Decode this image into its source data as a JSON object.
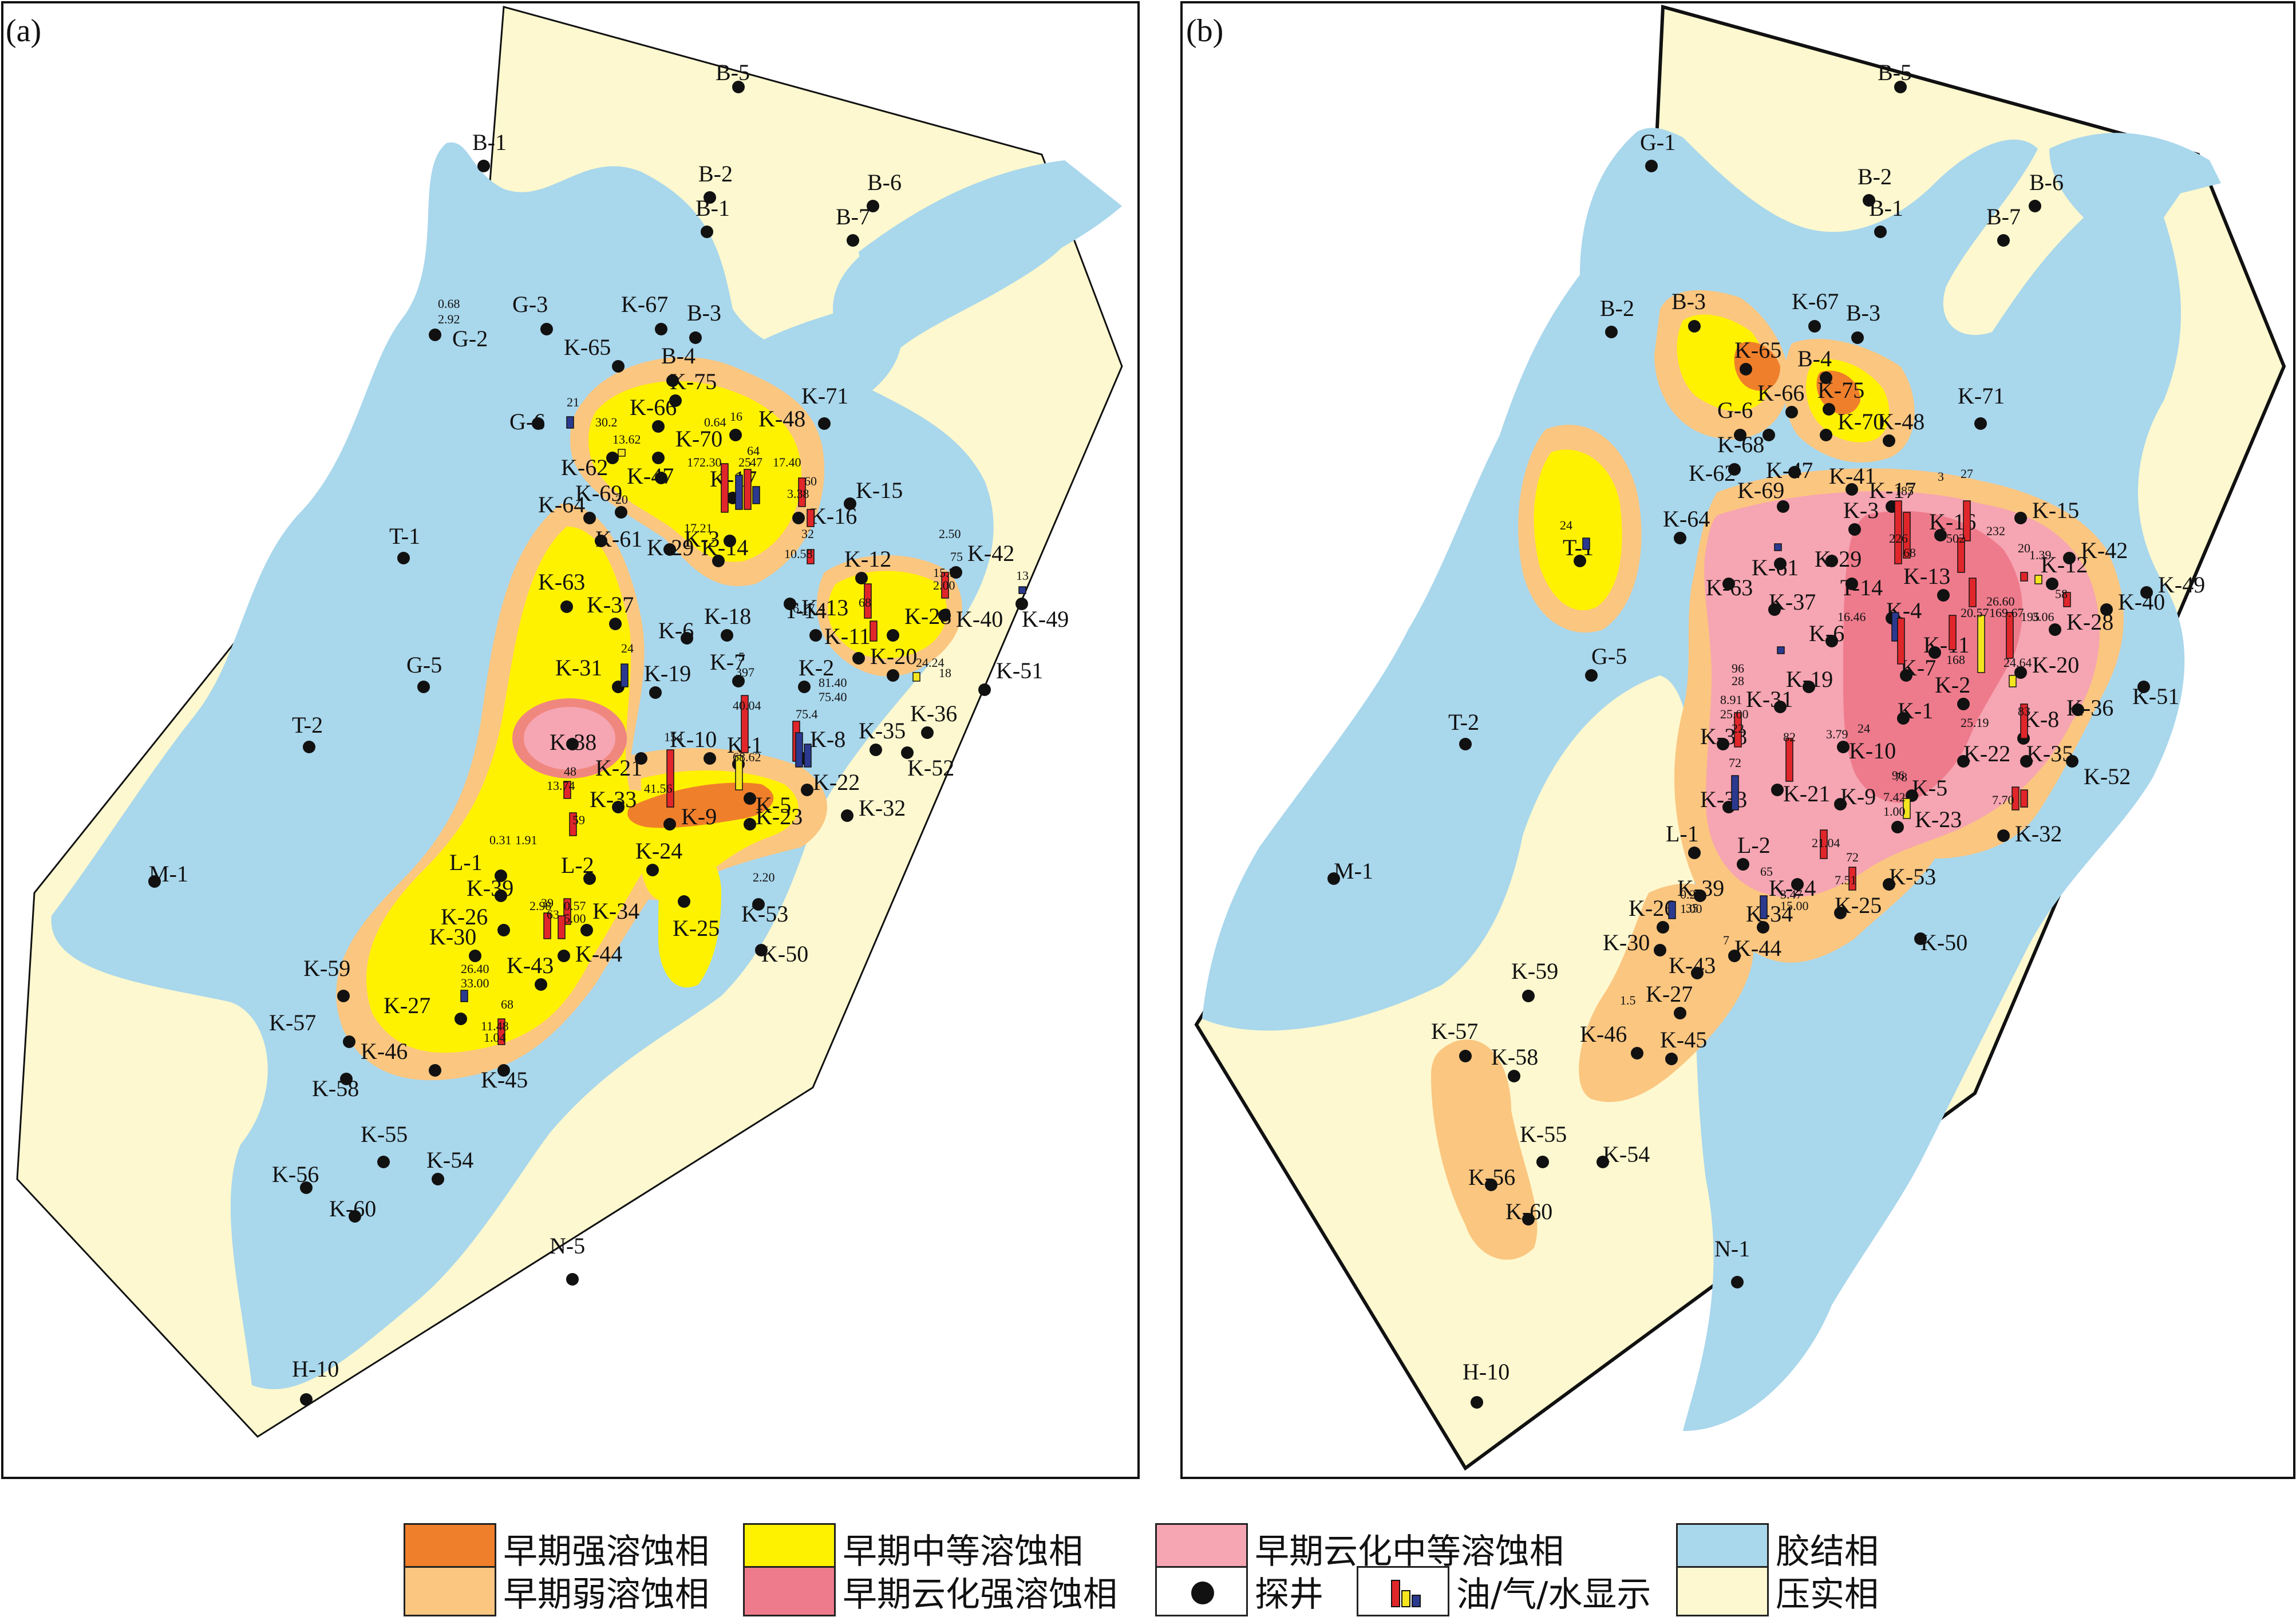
{
  "panels": [
    {
      "id": "a",
      "label": "(a)",
      "wells": [
        {
          "n": "B-5"
        },
        {
          "n": "B-1"
        },
        {
          "n": "B-2"
        },
        {
          "n": "B-6"
        },
        {
          "n": "B-1"
        },
        {
          "n": "B-7"
        },
        {
          "n": "K-67"
        },
        {
          "n": "B-3"
        },
        {
          "n": "G-3"
        },
        {
          "n": "G-2"
        },
        {
          "n": "K-65"
        },
        {
          "n": "B-4"
        },
        {
          "n": "K-75"
        },
        {
          "n": "K-71"
        },
        {
          "n": "G-6"
        },
        {
          "n": "K-66"
        },
        {
          "n": "K-70"
        },
        {
          "n": "K-48"
        },
        {
          "n": "K-62"
        },
        {
          "n": "K-47"
        },
        {
          "n": "K-17"
        },
        {
          "n": "K-69"
        },
        {
          "n": "K-15"
        },
        {
          "n": "K-64"
        },
        {
          "n": "K-61"
        },
        {
          "n": "K-3"
        },
        {
          "n": "K-16"
        },
        {
          "n": "T-1"
        },
        {
          "n": "K-29"
        },
        {
          "n": "K-14"
        },
        {
          "n": "K-12"
        },
        {
          "n": "K-42"
        },
        {
          "n": "K-63"
        },
        {
          "n": "K-13"
        },
        {
          "n": "K-37"
        },
        {
          "n": "K-6"
        },
        {
          "n": "K-18"
        },
        {
          "n": "T-14"
        },
        {
          "n": "K-28"
        },
        {
          "n": "K-40"
        },
        {
          "n": "K-49"
        },
        {
          "n": "K-11"
        },
        {
          "n": "G-5"
        },
        {
          "n": "K-31"
        },
        {
          "n": "K-19"
        },
        {
          "n": "K-7"
        },
        {
          "n": "K-2"
        },
        {
          "n": "K-20"
        },
        {
          "n": "K-51"
        },
        {
          "n": "K-36"
        },
        {
          "n": "T-2"
        },
        {
          "n": "K-38"
        },
        {
          "n": "K-10"
        },
        {
          "n": "K-1"
        },
        {
          "n": "K-8"
        },
        {
          "n": "K-35"
        },
        {
          "n": "K-52"
        },
        {
          "n": "K-21"
        },
        {
          "n": "K-22"
        },
        {
          "n": "K-33"
        },
        {
          "n": "K-5"
        },
        {
          "n": "K-32"
        },
        {
          "n": "K-9"
        },
        {
          "n": "K-23"
        },
        {
          "n": "L-1"
        },
        {
          "n": "L-2"
        },
        {
          "n": "K-24"
        },
        {
          "n": "M-1"
        },
        {
          "n": "K-39"
        },
        {
          "n": "K-53"
        },
        {
          "n": "K-26"
        },
        {
          "n": "K-34"
        },
        {
          "n": "K-25"
        },
        {
          "n": "K-30"
        },
        {
          "n": "K-50"
        },
        {
          "n": "K-44"
        },
        {
          "n": "K-43"
        },
        {
          "n": "K-59"
        },
        {
          "n": "K-27"
        },
        {
          "n": "K-57"
        },
        {
          "n": "K-46"
        },
        {
          "n": "K-45"
        },
        {
          "n": "K-58"
        },
        {
          "n": "K-55"
        },
        {
          "n": "K-56"
        },
        {
          "n": "K-54"
        },
        {
          "n": "K-60"
        },
        {
          "n": "N-5"
        },
        {
          "n": "H-10"
        }
      ],
      "values": [
        "0.68",
        "2.92",
        "21",
        "30.2",
        "13.62",
        "0.64",
        "16",
        "172.30",
        "25",
        "47",
        "64",
        "17.40",
        "3.38",
        "60",
        "17.21",
        "20",
        "32",
        "10.58",
        "2.50",
        "15.78",
        "75",
        "2.00",
        "13",
        "6.17",
        "68",
        "24",
        "24.24",
        "18",
        "5",
        "397",
        "81.40",
        "40.04",
        "75.40",
        "75.4",
        "154",
        "68.62",
        "41.56",
        "48",
        "13.74",
        "59",
        "0.31",
        "1.91",
        "39",
        "2.98",
        "0.57",
        "5.00",
        "63",
        "26.40",
        "33.00",
        "68",
        "11.48",
        "1.04",
        "2.20"
      ]
    },
    {
      "id": "b",
      "label": "(b)",
      "wells": [
        {
          "n": "B-5"
        },
        {
          "n": "G-1"
        },
        {
          "n": "B-2"
        },
        {
          "n": "B-6"
        },
        {
          "n": "B-1"
        },
        {
          "n": "B-7"
        },
        {
          "n": "B-2"
        },
        {
          "n": "B-3"
        },
        {
          "n": "K-67"
        },
        {
          "n": "B-3"
        },
        {
          "n": "K-65"
        },
        {
          "n": "B-4"
        },
        {
          "n": "K-75"
        },
        {
          "n": "G-6"
        },
        {
          "n": "K-66"
        },
        {
          "n": "K-68"
        },
        {
          "n": "K-70"
        },
        {
          "n": "K-48"
        },
        {
          "n": "K-71"
        },
        {
          "n": "K-62"
        },
        {
          "n": "K-47"
        },
        {
          "n": "K-41"
        },
        {
          "n": "K-69"
        },
        {
          "n": "K-17"
        },
        {
          "n": "K-15"
        },
        {
          "n": "K-64"
        },
        {
          "n": "K-3"
        },
        {
          "n": "K-16"
        },
        {
          "n": "T-1"
        },
        {
          "n": "K-61"
        },
        {
          "n": "K-29"
        },
        {
          "n": "K-42"
        },
        {
          "n": "K-12"
        },
        {
          "n": "K-63"
        },
        {
          "n": "T-14"
        },
        {
          "n": "K-13"
        },
        {
          "n": "K-49"
        },
        {
          "n": "K-37"
        },
        {
          "n": "K-4"
        },
        {
          "n": "K-40"
        },
        {
          "n": "K-6"
        },
        {
          "n": "K-28"
        },
        {
          "n": "K-11"
        },
        {
          "n": "G-5"
        },
        {
          "n": "K-19"
        },
        {
          "n": "K-7"
        },
        {
          "n": "K-20"
        },
        {
          "n": "K-31"
        },
        {
          "n": "K-36"
        },
        {
          "n": "K-51"
        },
        {
          "n": "T-2"
        },
        {
          "n": "K-1"
        },
        {
          "n": "K-2"
        },
        {
          "n": "K-38"
        },
        {
          "n": "K-8"
        },
        {
          "n": "K-10"
        },
        {
          "n": "K-22"
        },
        {
          "n": "K-35"
        },
        {
          "n": "K-52"
        },
        {
          "n": "K-21"
        },
        {
          "n": "K-9"
        },
        {
          "n": "K-5"
        },
        {
          "n": "K-33"
        },
        {
          "n": "K-23"
        },
        {
          "n": "K-32"
        },
        {
          "n": "L-1"
        },
        {
          "n": "L-2"
        },
        {
          "n": "M-1"
        },
        {
          "n": "K-39"
        },
        {
          "n": "K-24"
        },
        {
          "n": "K-53"
        },
        {
          "n": "K-25"
        },
        {
          "n": "K-26"
        },
        {
          "n": "K-34"
        },
        {
          "n": "K-30"
        },
        {
          "n": "K-44"
        },
        {
          "n": "K-50"
        },
        {
          "n": "K-43"
        },
        {
          "n": "K-59"
        },
        {
          "n": "K-27"
        },
        {
          "n": "K-57"
        },
        {
          "n": "K-46"
        },
        {
          "n": "K-45"
        },
        {
          "n": "K-58"
        },
        {
          "n": "K-55"
        },
        {
          "n": "K-54"
        },
        {
          "n": "K-56"
        },
        {
          "n": "K-60"
        },
        {
          "n": "N-1"
        },
        {
          "n": "H-10"
        }
      ],
      "values": [
        "24",
        "3",
        "185",
        "27",
        "226",
        "502",
        "232",
        "1.39",
        "20",
        "68",
        "195",
        "58",
        "16.46",
        "20.57",
        "169.67",
        "26.60",
        "3.06",
        "168",
        "24.64",
        "96",
        "28",
        "8.91",
        "25.00",
        "22",
        "3.79",
        "24",
        "25.19",
        "83",
        "72",
        "82",
        "96",
        "78",
        "7.42",
        "1.00",
        "7.70",
        "21.04",
        "72",
        "65",
        "3.47",
        "15.00",
        "7.51",
        "0.23",
        "35",
        "1.00",
        "7",
        "1.5"
      ]
    }
  ],
  "legend": [
    {
      "label": "早期强溶蚀相",
      "color": "#f07f2b"
    },
    {
      "label": "早期中等溶蚀相",
      "color": "#fff200"
    },
    {
      "label": "早期云化中等溶蚀相",
      "color": "#f6a5b2"
    },
    {
      "label": "胶结相",
      "color": "#a9d7ec"
    },
    {
      "label": "早期弱溶蚀相",
      "color": "#fbc680"
    },
    {
      "label": "早期云化强溶蚀相",
      "color": "#ee7b8c"
    },
    {
      "label": "探井",
      "icon": "well-dot-icon"
    },
    {
      "label": "油/气/水显示",
      "icon": "oil-gas-water-show-icon"
    },
    {
      "label": "压实相",
      "color": "#fdf8cf"
    }
  ],
  "colors": {
    "compaction": "#fdf8cf",
    "cement": "#a9d7ec",
    "weak": "#fbc680",
    "medium": "#fff200",
    "strong": "#f07f2b",
    "dolo_medium": "#f6a5b2",
    "dolo_strong": "#ee7b8c",
    "oil": "#e0262a",
    "gas": "#2b3a8f",
    "water": "#f4e51f"
  }
}
